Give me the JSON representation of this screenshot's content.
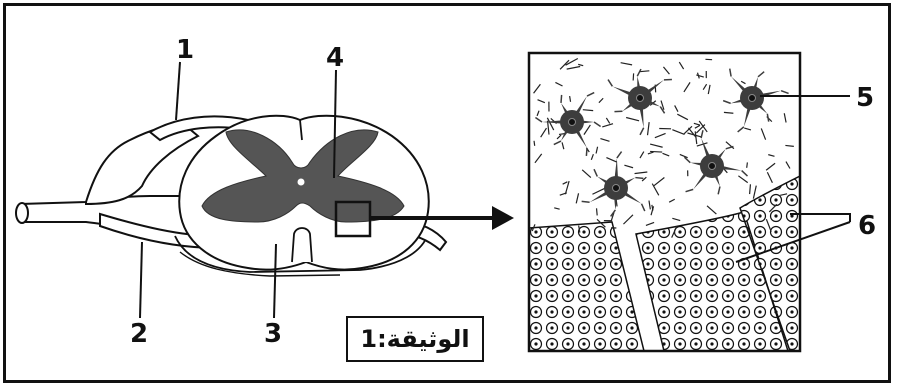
{
  "labels": {
    "l1": "1",
    "l2": "2",
    "l3": "3",
    "l4": "4",
    "l5": "5",
    "l6": "6"
  },
  "caption": "الوثيقة:1",
  "colors": {
    "grey_matter": "#555555",
    "neuron_body": "#3d3d3d",
    "outline": "#111111",
    "background": "#ffffff"
  }
}
